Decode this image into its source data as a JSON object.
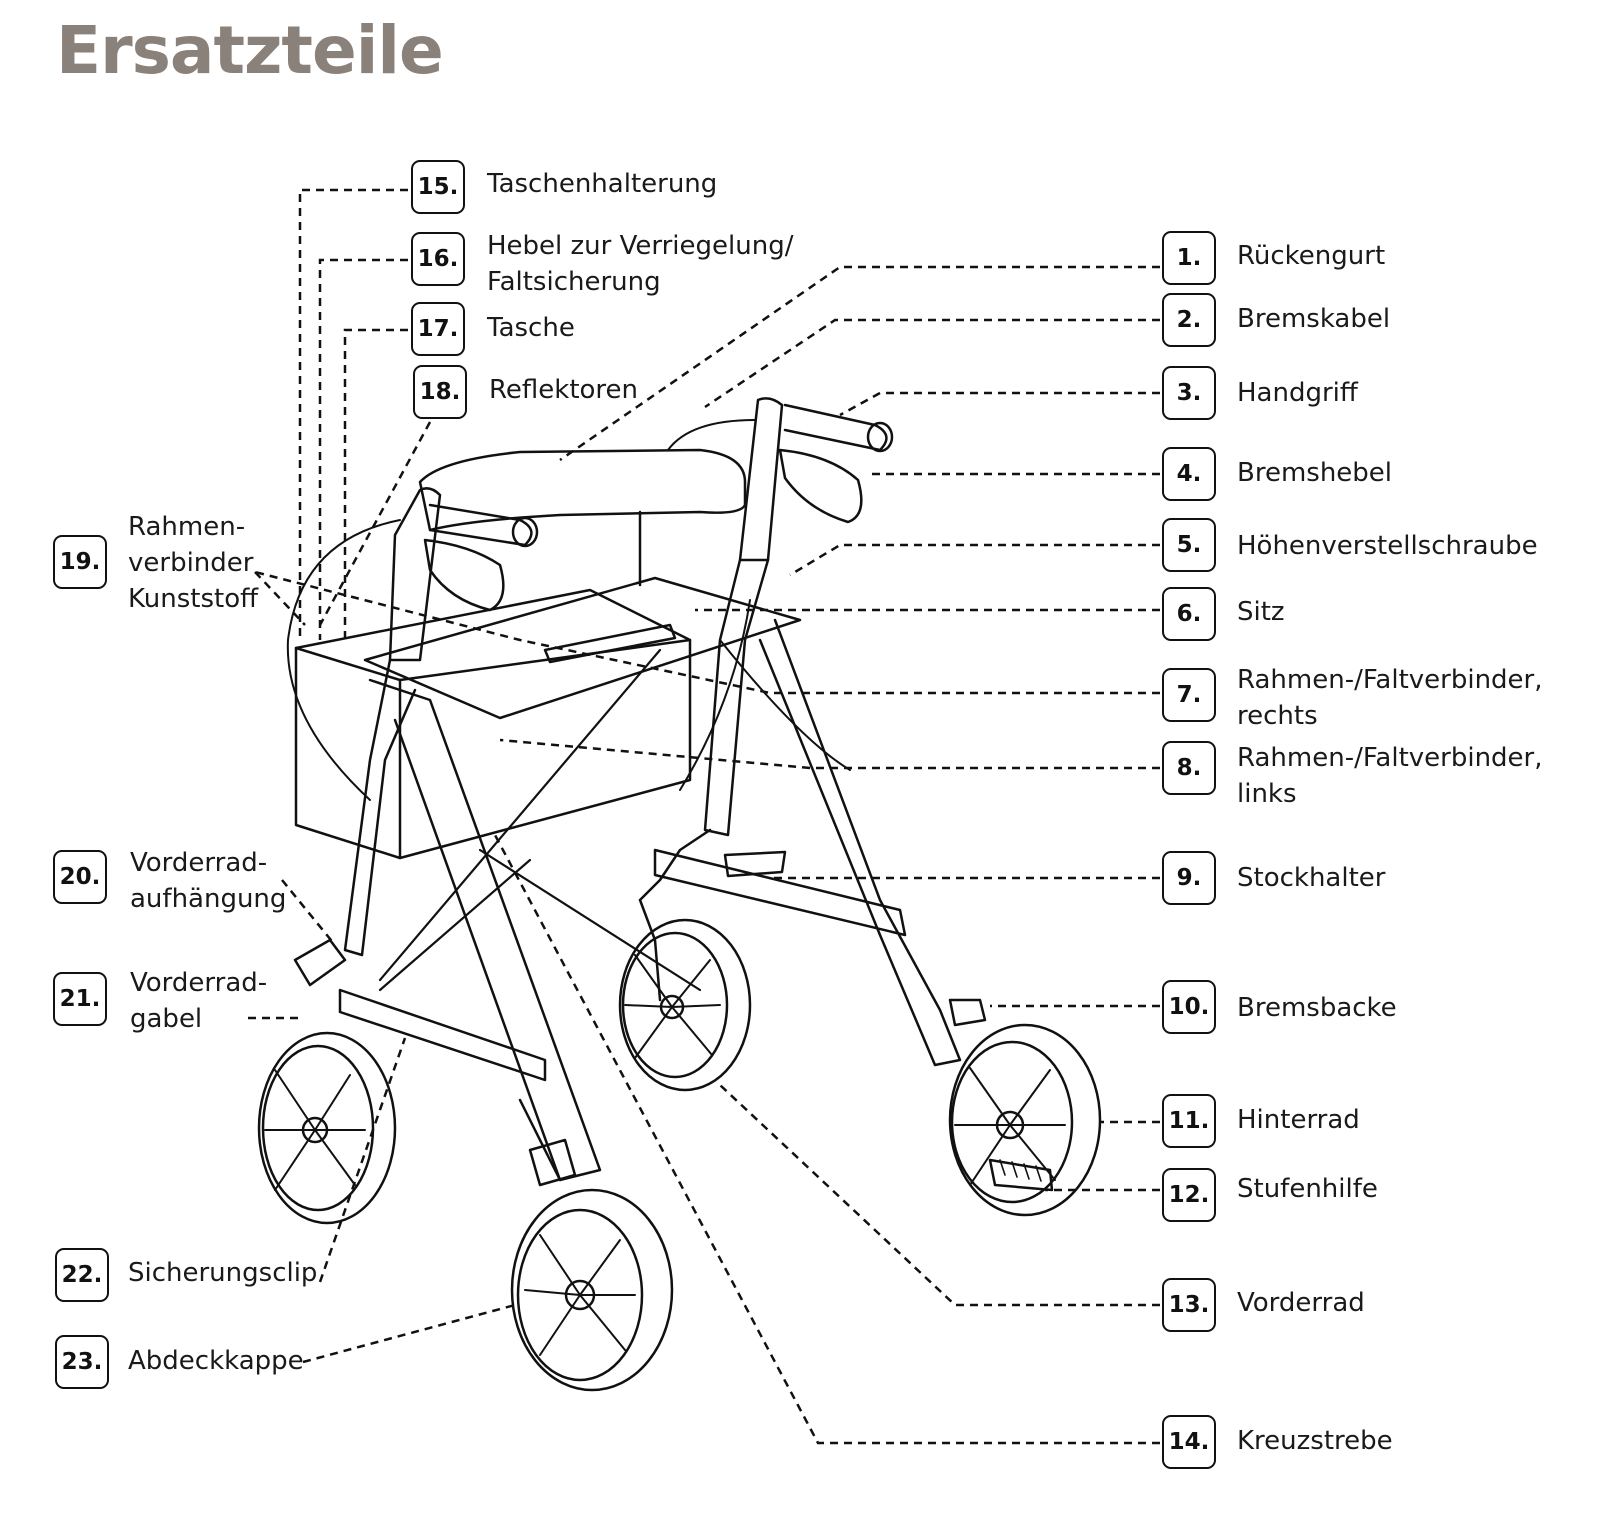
{
  "title": "Ersatzteile",
  "parts": [
    {
      "number": "1.",
      "lines": [
        "Rückengurt"
      ]
    },
    {
      "number": "2.",
      "lines": [
        "Bremskabel"
      ]
    },
    {
      "number": "3.",
      "lines": [
        "Handgriff"
      ]
    },
    {
      "number": "4.",
      "lines": [
        "Bremshebel"
      ]
    },
    {
      "number": "5.",
      "lines": [
        "Höhenverstellschraube"
      ]
    },
    {
      "number": "6.",
      "lines": [
        "Sitz"
      ]
    },
    {
      "number": "7.",
      "lines": [
        "Rahmen-/Faltverbinder,",
        "rechts"
      ]
    },
    {
      "number": "8.",
      "lines": [
        "Rahmen-/Faltverbinder,",
        "links"
      ]
    },
    {
      "number": "9.",
      "lines": [
        "Stockhalter"
      ]
    },
    {
      "number": "10.",
      "lines": [
        "Bremsbacke"
      ]
    },
    {
      "number": "11.",
      "lines": [
        "Hinterrad"
      ]
    },
    {
      "number": "12.",
      "lines": [
        "Stufenhilfe"
      ]
    },
    {
      "number": "13.",
      "lines": [
        "Vorderrad"
      ]
    },
    {
      "number": "14.",
      "lines": [
        "Kreuzstrebe"
      ]
    },
    {
      "number": "15.",
      "lines": [
        "Taschenhalterung"
      ]
    },
    {
      "number": "16.",
      "lines": [
        "Hebel zur Verriegelung/",
        "Faltsicherung"
      ]
    },
    {
      "number": "17.",
      "lines": [
        "Tasche"
      ]
    },
    {
      "number": "18.",
      "lines": [
        "Reflektoren"
      ]
    },
    {
      "number": "19.",
      "lines": [
        "Rahmen-",
        "verbinder",
        "Kunststoff"
      ]
    },
    {
      "number": "20.",
      "lines": [
        "Vorderrad-",
        "aufhängung"
      ]
    },
    {
      "number": "21.",
      "lines": [
        "Vorderrad-",
        "gabel"
      ]
    },
    {
      "number": "22.",
      "lines": [
        "Sicherungsclip"
      ]
    },
    {
      "number": "23.",
      "lines": [
        "Abdeckkappe"
      ]
    }
  ],
  "colors": {
    "title": "#8a817a",
    "line": "#111111",
    "text": "#1a1a1a"
  }
}
